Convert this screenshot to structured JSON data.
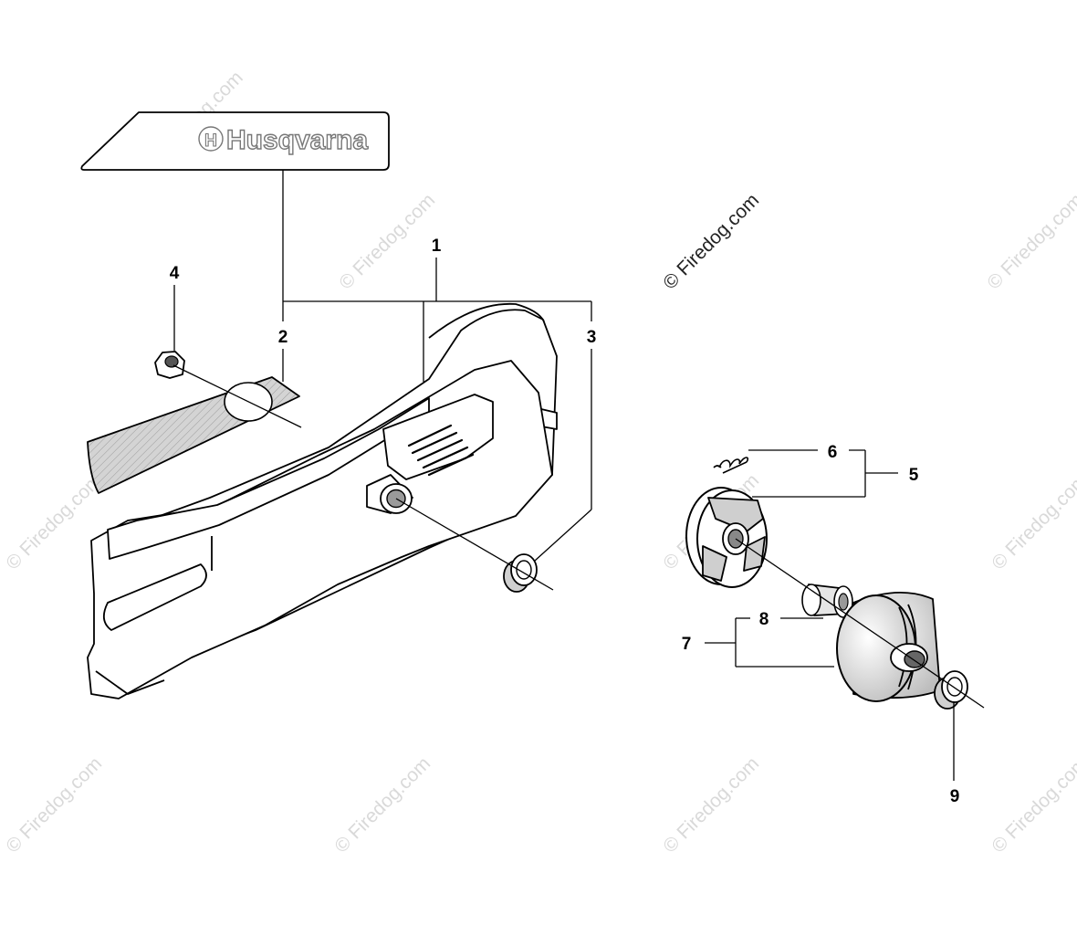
{
  "brand": {
    "logo_text": "Husqvarna"
  },
  "watermark": {
    "text": "© Firedog.com"
  },
  "callouts": [
    "1",
    "2",
    "3",
    "4",
    "5",
    "6",
    "7",
    "8",
    "9"
  ],
  "colors": {
    "outline": "#000000",
    "part_fill": "#ffffff",
    "shade": "#cfcfcf",
    "watermark": "#d9d9d9"
  }
}
